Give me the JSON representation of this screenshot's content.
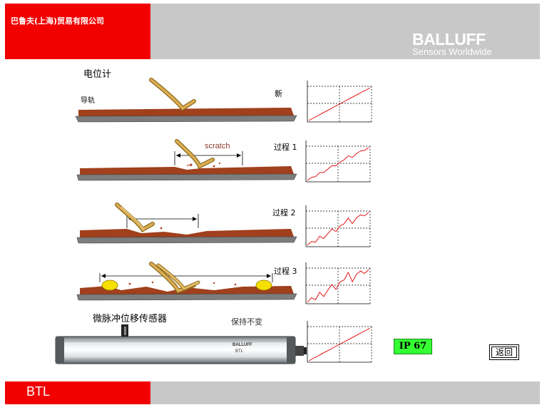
{
  "header": {
    "company": "巴鲁夫(上海)贸易有限公司",
    "brand": "BALLUFF",
    "tagline": "Sensors Worldwide"
  },
  "footer": {
    "label": "BTL"
  },
  "diagram": {
    "potentiometer_label": "电位计",
    "rail_label": "导轨",
    "scratch_label": "scratch",
    "stages": [
      "新",
      "过程 1",
      "过程 2",
      "过程 3"
    ],
    "sensor_label": "微脉冲位移传感器",
    "constant_label": "保持不变",
    "sensor_brand": "BALLUFF",
    "sensor_model": "BTL"
  },
  "badges": {
    "ip": "IP 67"
  },
  "nav": {
    "back_label": "返回"
  },
  "colors": {
    "header_red": "#f20000",
    "header_grey": "#c8c8c8",
    "rail_brown": "#a0401c",
    "curve_red": "#e00000",
    "wiper_tan": "#d8a84a",
    "ip_green": "#33ff33"
  }
}
